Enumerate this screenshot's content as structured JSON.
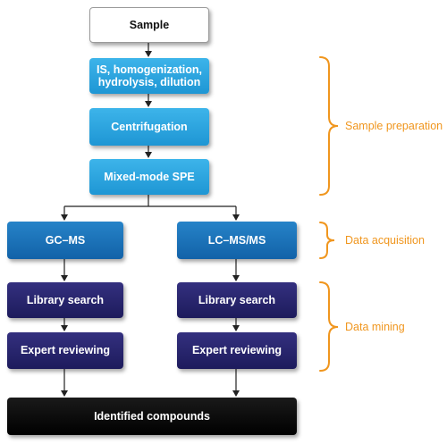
{
  "nodes": {
    "sample": "Sample",
    "prep1": "IS, homogenization, hydrolysis, dilution",
    "centrifugation": "Centrifugation",
    "spe": "Mixed-mode SPE",
    "gcms": "GC–MS",
    "lcmsms": "LC–MS/MS",
    "library_left": "Library search",
    "library_right": "Library search",
    "expert_left": "Expert reviewing",
    "expert_right": "Expert reviewing",
    "identified": "Identified compounds"
  },
  "stages": {
    "sample_preparation": "Sample preparation",
    "data_acquisition": "Data acquisition",
    "data_mining": "Data mining"
  },
  "colors": {
    "bracket": "#f0961e",
    "arrow": "#222222"
  }
}
